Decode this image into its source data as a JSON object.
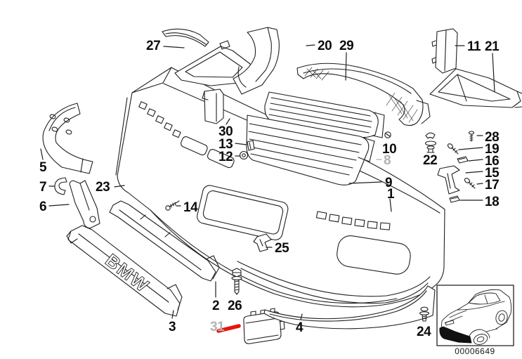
{
  "callouts": {
    "c1": "1",
    "c2": "2",
    "c3": "3",
    "c4": "4",
    "c5": "5",
    "c6": "6",
    "c7": "7",
    "c8": "8",
    "c9": "9",
    "c10": "10",
    "c11": "11",
    "c12": "12",
    "c13": "13",
    "c14": "14",
    "c15": "15",
    "c16": "16",
    "c17": "17",
    "c18": "18",
    "c19": "19",
    "c20": "20",
    "c21": "21",
    "c22": "22",
    "c23": "23",
    "c24": "24",
    "c25": "25",
    "c26": "26",
    "c27": "27",
    "c28": "28",
    "c29": "29",
    "c30": "30",
    "c31": "31"
  },
  "muted_callouts": [
    "8",
    "31"
  ],
  "highlight": {
    "callout": "31",
    "arrow_color": "#e8140c"
  },
  "part_text": {
    "bmw_emboss": "BMW"
  },
  "footer": {
    "diagram_code": "00006649"
  },
  "colors": {
    "line": "#1f1f1f",
    "label": "#0d0d0d",
    "muted_label": "#b2b2b2",
    "highlight_red": "#e8140c"
  },
  "icons": {
    "i10": "screw-icon",
    "i12": "nut-icon",
    "i13": "clip-icon",
    "i14": "screw-icon",
    "i16": "clip-nut-icon",
    "i17": "screw-icon",
    "i18": "clip-nut-icon",
    "i19": "screw-icon",
    "i22": "expansion-rivet-icon",
    "i24": "rivet-screw-icon",
    "i26": "bolt-icon",
    "i28": "screw-icon",
    "thumb": "car-front-bumper-thumbnail"
  }
}
